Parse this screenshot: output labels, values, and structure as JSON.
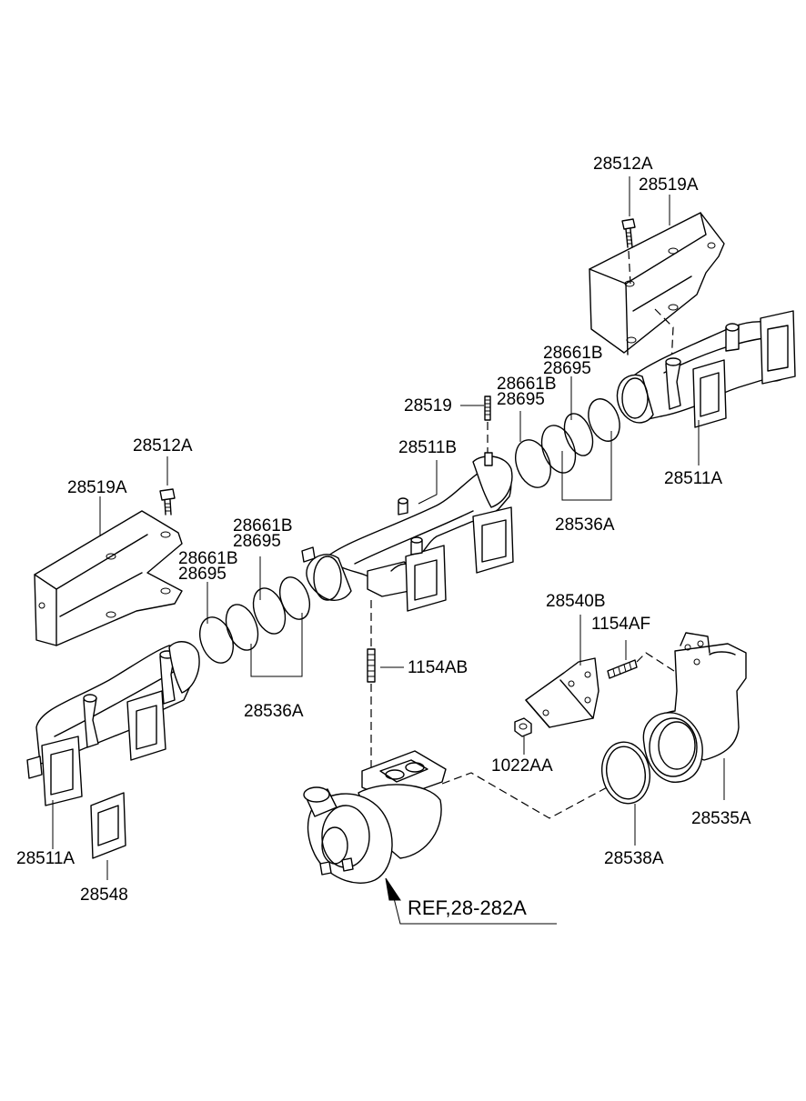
{
  "parts": {
    "p1": "28512A",
    "p2": "28519A",
    "p3": "28661B",
    "p4": "28695",
    "p5": "28519",
    "p6": "28661B",
    "p7": "28695",
    "p8": "28511B",
    "p9": "28511A",
    "p10": "28536A",
    "p11": "28512A",
    "p12": "28519A",
    "p13": "28661B",
    "p14": "28695",
    "p15": "28661B",
    "p16": "28695",
    "p17": "28540B",
    "p18": "1154AF",
    "p19": "1154AB",
    "p20": "28536A",
    "p21": "1022AA",
    "p22": "28535A",
    "p23": "28511A",
    "p24": "28538A",
    "p25": "28548",
    "p26": "REF,28-282A"
  },
  "icons": [
    "exhaust-manifold-front",
    "exhaust-manifold-center",
    "exhaust-manifold-rear",
    "heat-shield",
    "seal-ring",
    "bolt",
    "stud",
    "nut",
    "turbocharger",
    "gasket",
    "bracket",
    "exhaust-elbow",
    "arrow"
  ]
}
